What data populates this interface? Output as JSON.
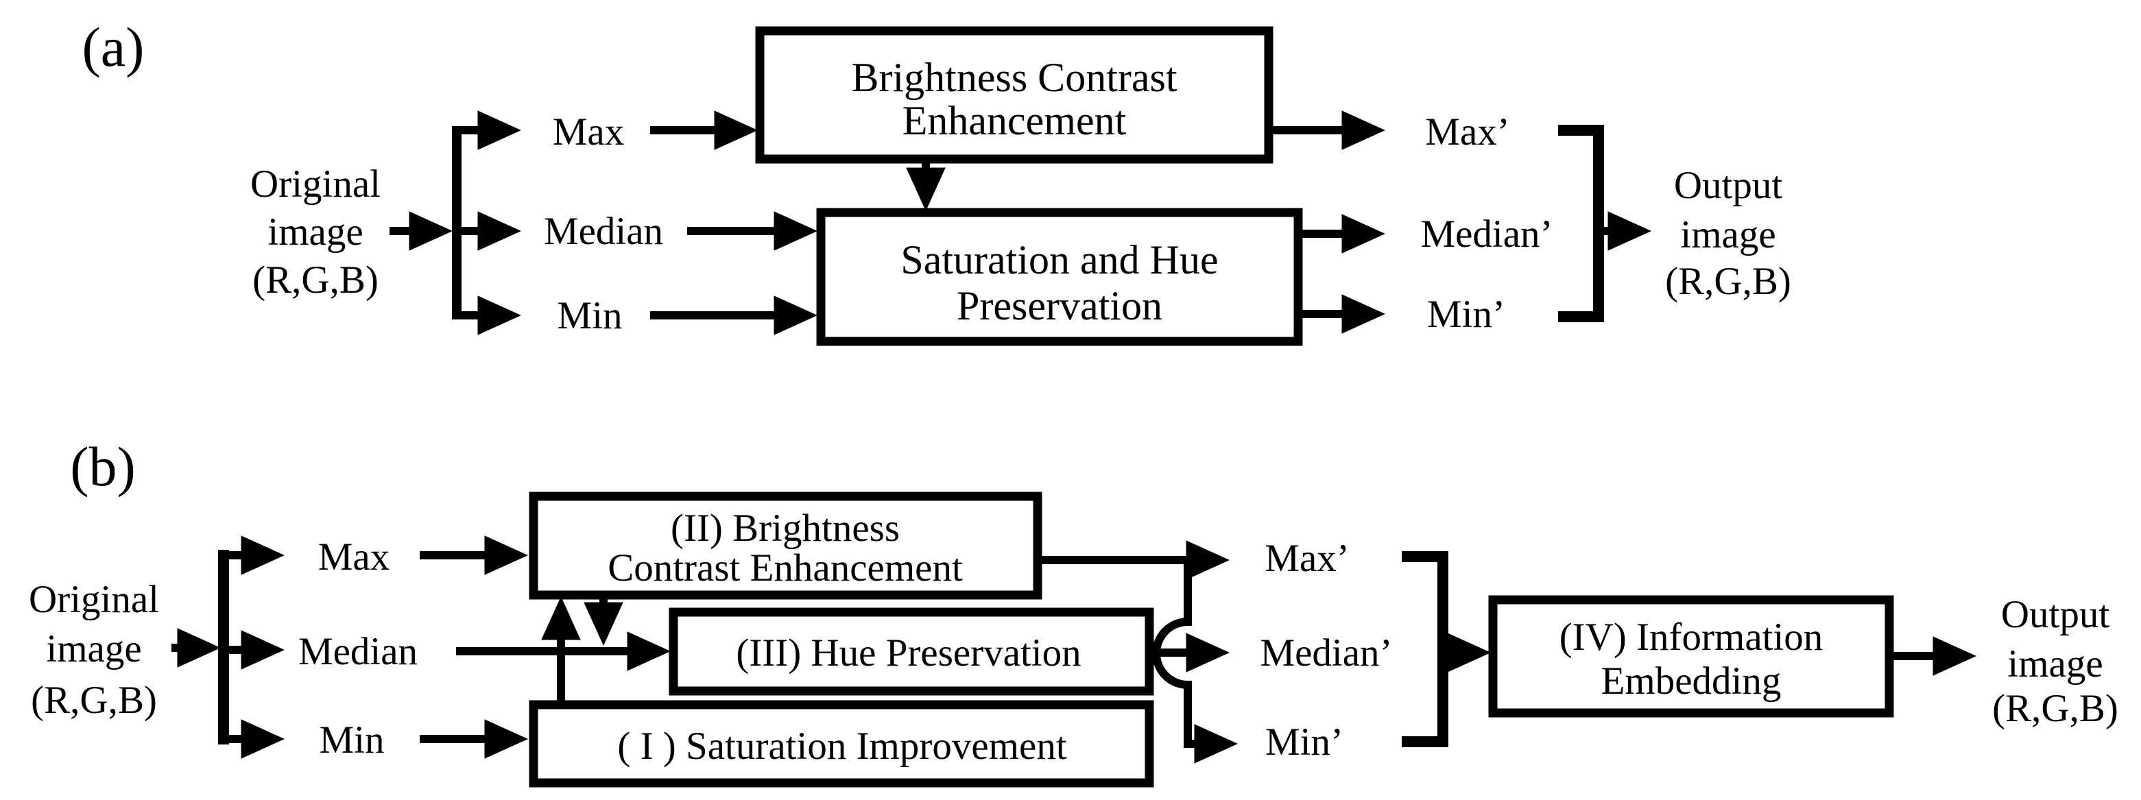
{
  "panel_a": {
    "label": "(a)",
    "source": {
      "line1": "Original",
      "line2": "image",
      "line3": "(R,G,B)"
    },
    "channels": {
      "max": "Max",
      "median": "Median",
      "min": "Min"
    },
    "box_brightness": {
      "line1": "Brightness Contrast",
      "line2": "Enhancement"
    },
    "box_saturation_hue": {
      "line1": "Saturation and Hue",
      "line2": "Preservation"
    },
    "outputs": {
      "max": "Max’",
      "median": "Median’",
      "min": "Min’"
    },
    "sink": {
      "line1": "Output",
      "line2": "image",
      "line3": "(R,G,B)"
    }
  },
  "panel_b": {
    "label": "(b)",
    "source": {
      "line1": "Original",
      "line2": "image",
      "line3": "(R,G,B)"
    },
    "channels": {
      "max": "Max",
      "median": "Median",
      "min": "Min"
    },
    "box_brightness": {
      "line1": "(II) Brightness",
      "line2": "Contrast Enhancement"
    },
    "box_hue": {
      "label": "(III) Hue Preservation"
    },
    "box_saturation": {
      "label": "( I ) Saturation Improvement"
    },
    "box_embedding": {
      "line1": "(IV) Information",
      "line2": "Embedding"
    },
    "outputs": {
      "max": "Max’",
      "median": "Median’",
      "min": "Min’"
    },
    "sink": {
      "line1": "Output",
      "line2": "image",
      "line3": "(R,G,B)"
    }
  },
  "colors": {
    "ink": "#000000",
    "paper": "#ffffff"
  }
}
